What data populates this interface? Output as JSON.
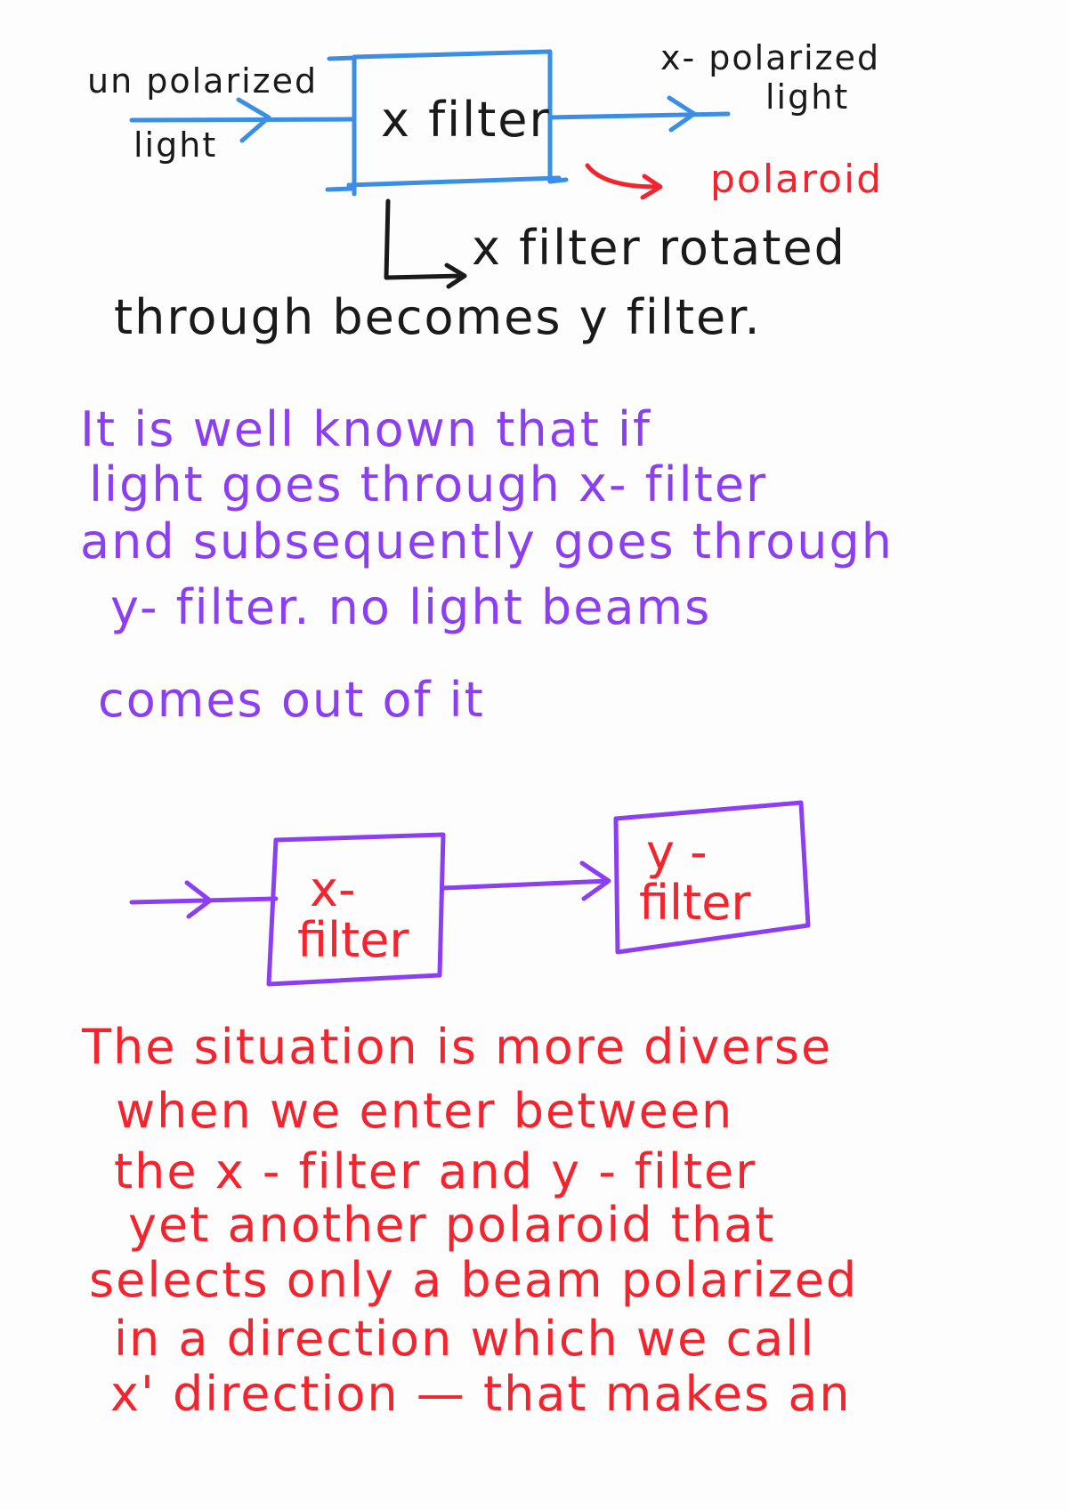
{
  "colors": {
    "ink_black": "#1a1a1a",
    "ink_blue": "#3a8ee6",
    "ink_purple": "#8c3ff2",
    "ink_red": "#f3242d",
    "paper": "#fdfdfd"
  },
  "diagram1": {
    "input_label_line1": "un polarized",
    "input_label_line2": "light",
    "box_label": "x filter",
    "output_label_line1": "x- polarized",
    "output_label_line2": "light",
    "annotation_polaroid": "polaroid",
    "annotation_line1": "x filter rotated",
    "annotation_line2": "through becomes y filter."
  },
  "paragraph1": [
    "It is well known that if",
    "light goes through x- filter",
    "and subsequently goes through",
    "y- filter. no light beams",
    "comes out of it"
  ],
  "diagram2": {
    "box1_line1": "x-",
    "box1_line2": "filter",
    "box2_line1": "y -",
    "box2_line2": "filter"
  },
  "paragraph2": [
    "The situation is more diverse",
    "when we enter between",
    "the x - filter and y - filter",
    "yet another polaroid that",
    "selects only a beam polarized",
    "in a direction which we call",
    "x' direction — that makes an"
  ]
}
